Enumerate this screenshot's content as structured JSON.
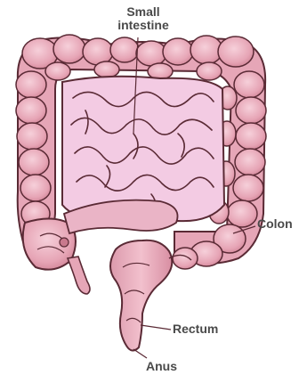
{
  "labels": {
    "small_intestine_line1": "Small",
    "small_intestine_line2": "intestine",
    "colon": "Colon",
    "rectum": "Rectum",
    "anus": "Anus"
  },
  "colors": {
    "colon_fill": "#e8aab8",
    "colon_shade": "#d98ea2",
    "small_intestine_fill": "#f3cbe3",
    "outline": "#5a2a35",
    "label_text": "#4a4a4a"
  }
}
